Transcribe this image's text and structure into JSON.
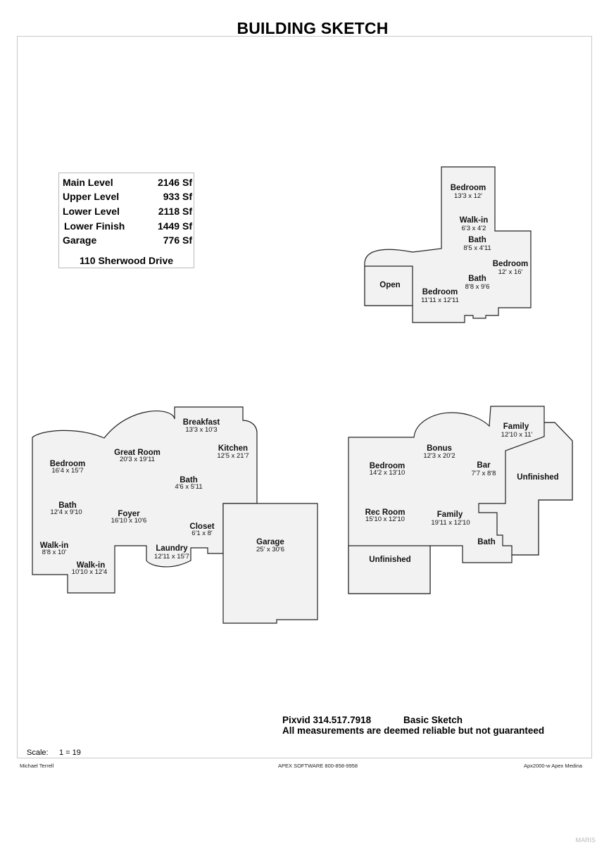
{
  "title": "BUILDING SKETCH",
  "area_summary": [
    {
      "label": "Main Level",
      "value": "2146 Sf"
    },
    {
      "label": "Upper Level",
      "value": "933 Sf"
    },
    {
      "label": "Lower Level",
      "value": "2118 Sf"
    },
    {
      "label": "Lower Finish",
      "value": "1449 Sf"
    },
    {
      "label": "Garage",
      "value": "776 Sf"
    }
  ],
  "address": "110 Sherwood Drive",
  "upper_level": {
    "rooms": [
      {
        "name": "Bedroom",
        "dims": "13'3 x 12'"
      },
      {
        "name": "Walk-in",
        "dims": "6'3 x 4'2"
      },
      {
        "name": "Bath",
        "dims": "8'5 x 4'11"
      },
      {
        "name": "Bedroom",
        "dims": "12' x 16'"
      },
      {
        "name": "Bath",
        "dims": "8'8 x 9'6"
      },
      {
        "name": "Bedroom",
        "dims": "11'11 x 12'11"
      },
      {
        "name": "Open",
        "dims": ""
      }
    ]
  },
  "main_level": {
    "rooms": [
      {
        "name": "Breakfast",
        "dims": "13'3 x 10'3"
      },
      {
        "name": "Great Room",
        "dims": "20'3 x 19'11"
      },
      {
        "name": "Kitchen",
        "dims": "12'5 x 21'7"
      },
      {
        "name": "Bedroom",
        "dims": "16'4 x 15'7"
      },
      {
        "name": "Bath",
        "dims": "4'6 x 5'11"
      },
      {
        "name": "Bath",
        "dims": "12'4 x 9'10"
      },
      {
        "name": "Foyer",
        "dims": "16'10 x 10'6"
      },
      {
        "name": "Closet",
        "dims": "6'1 x 8'"
      },
      {
        "name": "Walk-in",
        "dims": "8'8 x 10'"
      },
      {
        "name": "Laundry",
        "dims": "12'11 x 15'7"
      },
      {
        "name": "Walk-in",
        "dims": "10'10 x 12'4"
      },
      {
        "name": "Garage",
        "dims": "25' x 30'6"
      }
    ]
  },
  "lower_level": {
    "rooms": [
      {
        "name": "Family",
        "dims": "12'10 x 11'"
      },
      {
        "name": "Bonus",
        "dims": "12'3 x 20'2"
      },
      {
        "name": "Bedroom",
        "dims": "14'2 x 13'10"
      },
      {
        "name": "Bar",
        "dims": "7'7 x 8'8"
      },
      {
        "name": "Unfinished",
        "dims": ""
      },
      {
        "name": "Rec Room",
        "dims": "15'10 x 12'10"
      },
      {
        "name": "Family",
        "dims": "19'11 x 12'10"
      },
      {
        "name": "Bath",
        "dims": ""
      },
      {
        "name": "Unfinished",
        "dims": ""
      }
    ]
  },
  "footer": {
    "pixvid": "Pixvid 314.517.7918",
    "sketch_type": "Basic Sketch",
    "disclaimer": "All measurements are deemed reliable but not guaranteed",
    "scale_label": "Scale:",
    "scale_value": "1 = 19",
    "author": "Michael Terrell",
    "software": "APEX SOFTWARE 800-858-9958",
    "software_version": "Apx2000-w Apex Medina",
    "watermark": "MARIS"
  },
  "colors": {
    "room_fill": "#f2f2f2",
    "wall_stroke": "#222222"
  }
}
